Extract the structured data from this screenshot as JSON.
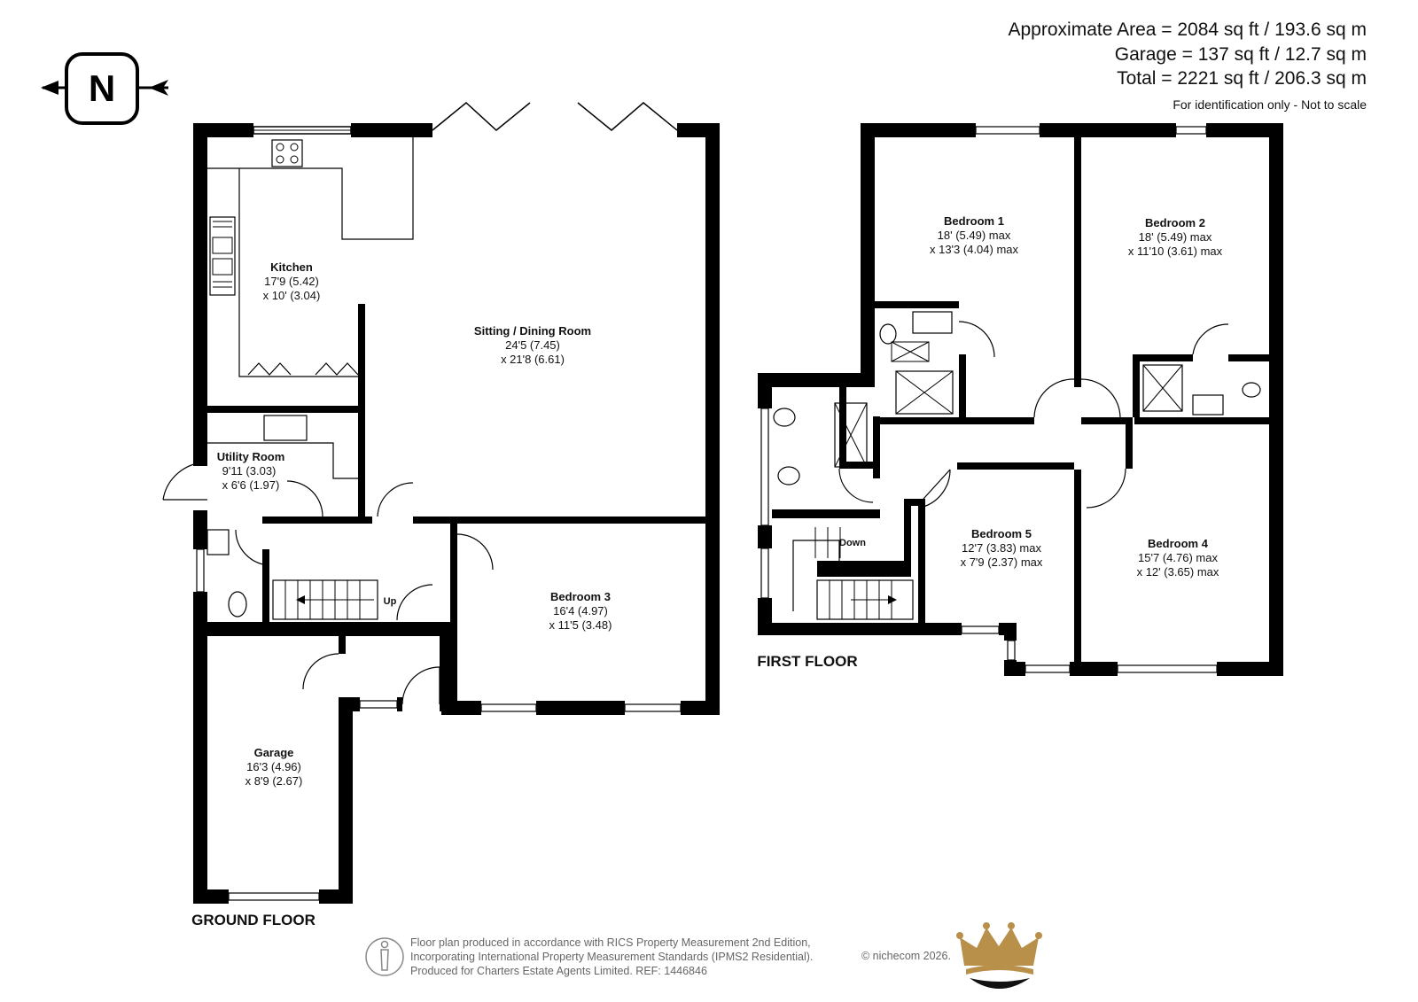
{
  "areas": {
    "approximate": "Approximate Area = 2084 sq ft / 193.6 sq m",
    "garage": "Garage = 137 sq ft / 12.7 sq m",
    "total": "Total = 2221 sq ft / 206.3 sq m",
    "note": "For identification only - Not to scale"
  },
  "compass": {
    "label": "N",
    "icon": "north-compass-icon"
  },
  "ground_floor": {
    "label": "GROUND FLOOR",
    "rooms": {
      "kitchen": {
        "name": "Kitchen",
        "dim1": "17'9 (5.42)",
        "dim2": "x 10' (3.04)"
      },
      "sitting": {
        "name": "Sitting / Dining Room",
        "dim1": "24'5 (7.45)",
        "dim2": "x 21'8 (6.61)"
      },
      "utility": {
        "name": "Utility Room",
        "dim1": "9'11 (3.03)",
        "dim2": "x 6'6 (1.97)"
      },
      "bedroom3": {
        "name": "Bedroom 3",
        "dim1": "16'4 (4.97)",
        "dim2": "x 11'5 (3.48)"
      },
      "garage": {
        "name": "Garage",
        "dim1": "16'3 (4.96)",
        "dim2": "x 8'9 (2.67)"
      }
    },
    "stairs_label": "Up"
  },
  "first_floor": {
    "label": "FIRST FLOOR",
    "rooms": {
      "bedroom1": {
        "name": "Bedroom 1",
        "dim1": "18' (5.49) max",
        "dim2": "x 13'3 (4.04) max"
      },
      "bedroom2": {
        "name": "Bedroom 2",
        "dim1": "18' (5.49) max",
        "dim2": "x 11'10 (3.61) max"
      },
      "bedroom5": {
        "name": "Bedroom 5",
        "dim1": "12'7 (3.83) max",
        "dim2": "x 7'9 (2.37) max"
      },
      "bedroom4": {
        "name": "Bedroom 4",
        "dim1": "15'7 (4.76) max",
        "dim2": "x 12' (3.65) max"
      }
    },
    "stairs_label": "Down"
  },
  "footer": {
    "line1": "Floor plan produced in accordance with RICS Property Measurement 2nd Edition,",
    "line2": "Incorporating International Property Measurement Standards (IPMS2 Residential).",
    "line3": "Produced for Charters Estate Agents Limited.   REF: 1446846",
    "copyright": "© nichecom 2026.",
    "logo": "crown-logo"
  },
  "colors": {
    "wall": "#000000",
    "logo_gold": "#b8904a",
    "footer_text": "#666666"
  }
}
